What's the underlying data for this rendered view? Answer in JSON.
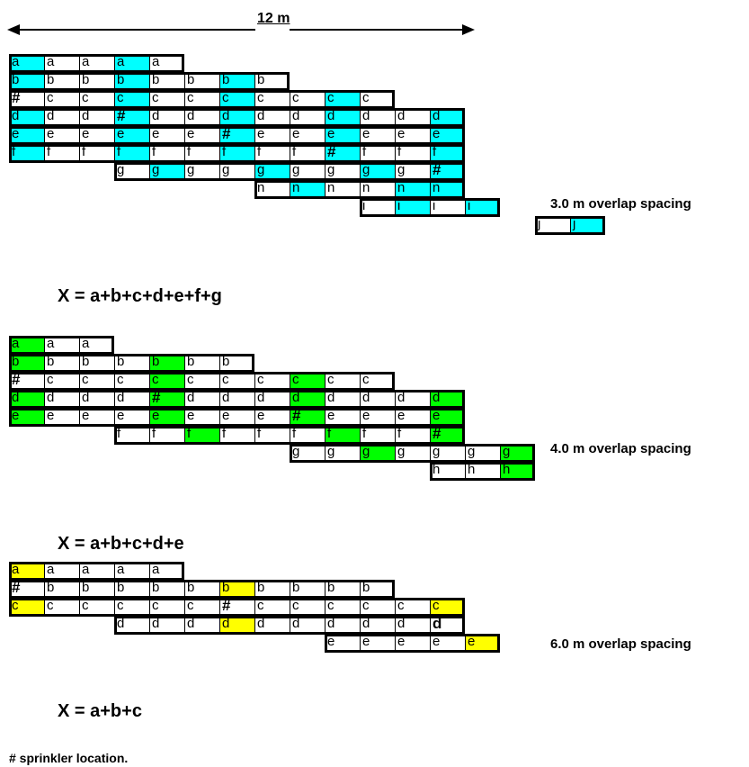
{
  "width_label": "12 m",
  "footnote": "# sprinkler location.",
  "colors": {
    "spacing_3": "#00ffff",
    "spacing_4": "#00ff00",
    "spacing_6": "#ffff00"
  },
  "diagrams": [
    {
      "spacing_label": "3.0 m overlap spacing",
      "formula": "X = a+b+c+d+e+f+g",
      "color": "#00ffff",
      "rows": [
        {
          "start": 0,
          "cells": [
            "a",
            "a",
            "a",
            "a",
            "a"
          ],
          "hl": [
            0,
            3
          ]
        },
        {
          "start": 0,
          "cells": [
            "b",
            "b",
            "b",
            "b",
            "b",
            "b",
            "b",
            "b"
          ],
          "hl": [
            0,
            3,
            6
          ]
        },
        {
          "start": 0,
          "cells": [
            "#",
            "c",
            "c",
            "c",
            "c",
            "c",
            "c",
            "c",
            "c",
            "c",
            "c"
          ],
          "hl": [
            3,
            6,
            9
          ],
          "sp": [
            0
          ]
        },
        {
          "start": 0,
          "cells": [
            "d",
            "d",
            "d",
            "#",
            "d",
            "d",
            "d",
            "d",
            "d",
            "d",
            "d",
            "d",
            "d"
          ],
          "hl": [
            0,
            3,
            6,
            9,
            12
          ],
          "sp": [
            3
          ]
        },
        {
          "start": 0,
          "cells": [
            "e",
            "e",
            "e",
            "e",
            "e",
            "e",
            "#",
            "e",
            "e",
            "e",
            "e",
            "e",
            "e"
          ],
          "hl": [
            0,
            3,
            6,
            9,
            12
          ],
          "sp": [
            6
          ]
        },
        {
          "start": 0,
          "cells": [
            "f",
            "f",
            "f",
            "f",
            "f",
            "f",
            "f",
            "f",
            "f",
            "#",
            "f",
            "f",
            "f"
          ],
          "hl": [
            0,
            3,
            6,
            9,
            12
          ],
          "sp": [
            9
          ]
        },
        {
          "start": 3,
          "cells": [
            "g",
            "g",
            "g",
            "g",
            "g",
            "g",
            "g",
            "g",
            "g",
            "#"
          ],
          "hl": [
            1,
            4,
            7,
            9
          ],
          "sp": [
            9
          ]
        },
        {
          "start": 7,
          "cells": [
            "n",
            "n",
            "n",
            "n",
            "n",
            "n"
          ],
          "hl": [
            1,
            4,
            5
          ]
        },
        {
          "start": 10,
          "cells": [
            "i",
            "i",
            "i",
            "i"
          ],
          "hl": [
            1,
            3
          ]
        },
        {
          "start": 15,
          "cells": [
            "j",
            "j"
          ],
          "hl": [
            1
          ]
        }
      ]
    },
    {
      "spacing_label": "4.0 m overlap spacing",
      "formula": "X = a+b+c+d+e",
      "color": "#00ff00",
      "rows": [
        {
          "start": 0,
          "cells": [
            "a",
            "a",
            "a"
          ],
          "hl": [
            0
          ]
        },
        {
          "start": 0,
          "cells": [
            "b",
            "b",
            "b",
            "b",
            "b",
            "b",
            "b"
          ],
          "hl": [
            0,
            4
          ]
        },
        {
          "start": 0,
          "cells": [
            "#",
            "c",
            "c",
            "c",
            "c",
            "c",
            "c",
            "c",
            "c",
            "c",
            "c"
          ],
          "hl": [
            4,
            8
          ],
          "sp": [
            0
          ]
        },
        {
          "start": 0,
          "cells": [
            "d",
            "d",
            "d",
            "d",
            "#",
            "d",
            "d",
            "d",
            "d",
            "d",
            "d",
            "d",
            "d"
          ],
          "hl": [
            0,
            4,
            8,
            12
          ],
          "sp": [
            4
          ]
        },
        {
          "start": 0,
          "cells": [
            "e",
            "e",
            "e",
            "e",
            "e",
            "e",
            "e",
            "e",
            "#",
            "e",
            "e",
            "e",
            "e"
          ],
          "hl": [
            0,
            4,
            8,
            12
          ],
          "sp": [
            8
          ]
        },
        {
          "start": 3,
          "cells": [
            "f",
            "f",
            "f",
            "f",
            "f",
            "f",
            "f",
            "f",
            "f",
            "#"
          ],
          "hl": [
            2,
            6,
            9
          ],
          "sp": [
            9
          ]
        },
        {
          "start": 8,
          "cells": [
            "g",
            "g",
            "g",
            "g",
            "g",
            "g",
            "g"
          ],
          "hl": [
            2,
            6
          ]
        },
        {
          "start": 12,
          "cells": [
            "h",
            "h",
            "h"
          ],
          "hl": [
            2
          ]
        }
      ]
    },
    {
      "spacing_label": "6.0 m overlap spacing",
      "formula": "X = a+b+c",
      "color": "#ffff00",
      "rows": [
        {
          "start": 0,
          "cells": [
            "a",
            "a",
            "a",
            "a",
            "a"
          ],
          "hl": [
            0
          ]
        },
        {
          "start": 0,
          "cells": [
            "#",
            "b",
            "b",
            "b",
            "b",
            "b",
            "b",
            "b",
            "b",
            "b",
            "b"
          ],
          "hl": [
            6
          ],
          "sp": [
            0
          ]
        },
        {
          "start": 0,
          "cells": [
            "c",
            "c",
            "c",
            "c",
            "c",
            "c",
            "#",
            "c",
            "c",
            "c",
            "c",
            "c",
            "c"
          ],
          "hl": [
            0,
            12
          ],
          "sp": [
            6
          ]
        },
        {
          "start": 3,
          "cells": [
            "d",
            "d",
            "d",
            "d",
            "d",
            "d",
            "d",
            "d",
            "d",
            "d"
          ],
          "hl": [
            3
          ],
          "sp": [
            9
          ]
        },
        {
          "start": 9,
          "cells": [
            "e",
            "e",
            "e",
            "e",
            "e"
          ],
          "hl": [
            4
          ]
        }
      ]
    }
  ]
}
